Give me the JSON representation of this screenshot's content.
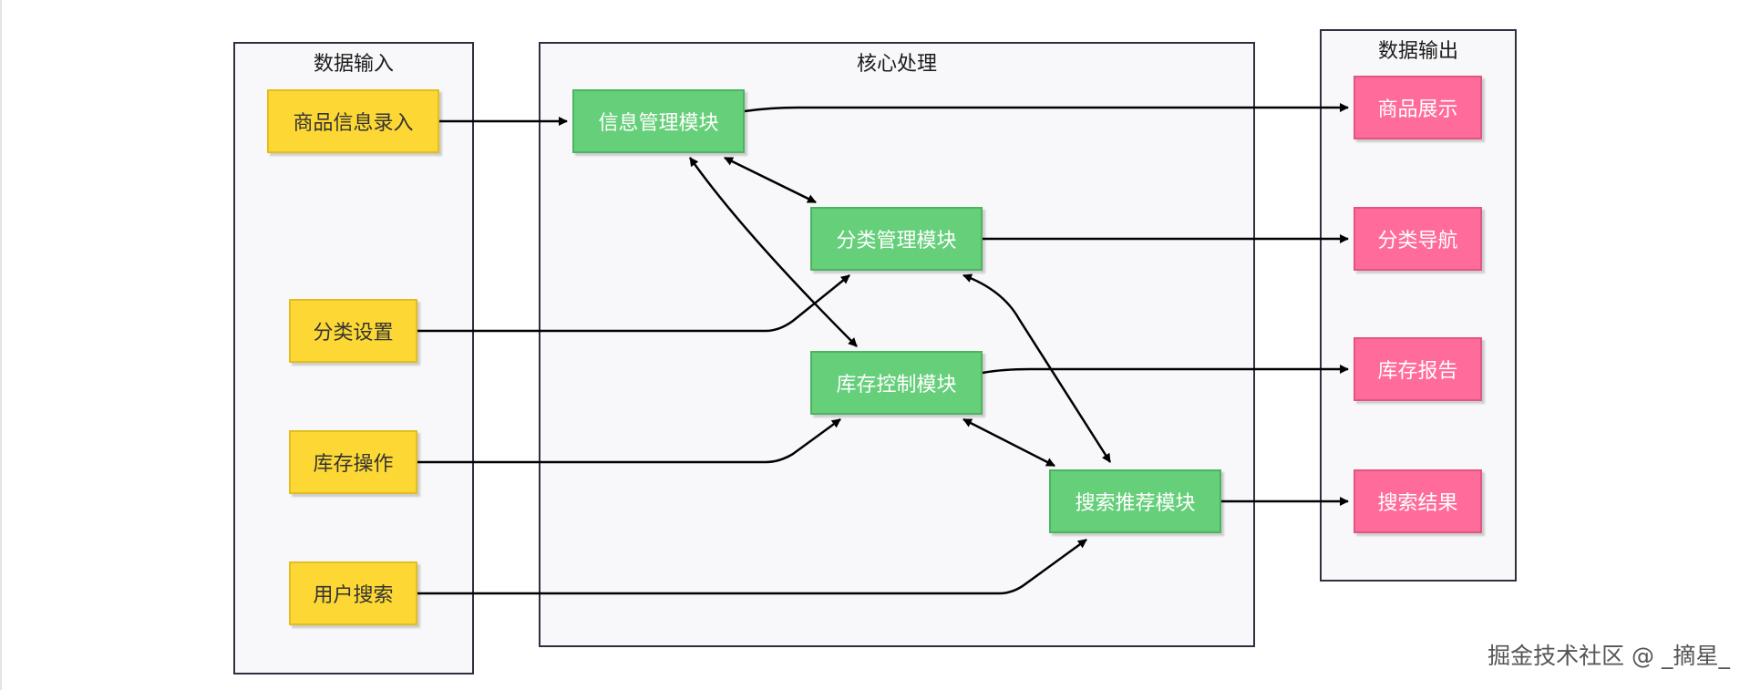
{
  "groups": {
    "input": {
      "title": "数据输入"
    },
    "core": {
      "title": "核心处理"
    },
    "output": {
      "title": "数据输出"
    }
  },
  "nodes": {
    "product_info_entry": "商品信息录入",
    "category_settings": "分类设置",
    "inventory_operation": "库存操作",
    "user_search": "用户搜索",
    "info_management": "信息管理模块",
    "category_management": "分类管理模块",
    "inventory_control": "库存控制模块",
    "search_recommend": "搜索推荐模块",
    "product_display": "商品展示",
    "category_navigation": "分类导航",
    "inventory_report": "库存报告",
    "search_results": "搜索结果"
  },
  "colors": {
    "input_fill": "#fdd835",
    "core_fill": "#66cf7a",
    "output_fill": "#ff6b9a",
    "group_border": "#2f3140",
    "edge": "#000000"
  },
  "edges": [
    {
      "from": "product_info_entry",
      "to": "info_management",
      "direction": "forward"
    },
    {
      "from": "category_settings",
      "to": "category_management",
      "direction": "forward"
    },
    {
      "from": "inventory_operation",
      "to": "inventory_control",
      "direction": "forward"
    },
    {
      "from": "user_search",
      "to": "search_recommend",
      "direction": "forward"
    },
    {
      "from": "info_management",
      "to": "category_management",
      "direction": "both"
    },
    {
      "from": "info_management",
      "to": "inventory_control",
      "direction": "both"
    },
    {
      "from": "category_management",
      "to": "search_recommend",
      "direction": "both"
    },
    {
      "from": "inventory_control",
      "to": "search_recommend",
      "direction": "both"
    },
    {
      "from": "info_management",
      "to": "product_display",
      "direction": "forward"
    },
    {
      "from": "category_management",
      "to": "category_navigation",
      "direction": "forward"
    },
    {
      "from": "inventory_control",
      "to": "inventory_report",
      "direction": "forward"
    },
    {
      "from": "search_recommend",
      "to": "search_results",
      "direction": "forward"
    }
  ],
  "watermark": "掘金技术社区 @ _摘星_"
}
